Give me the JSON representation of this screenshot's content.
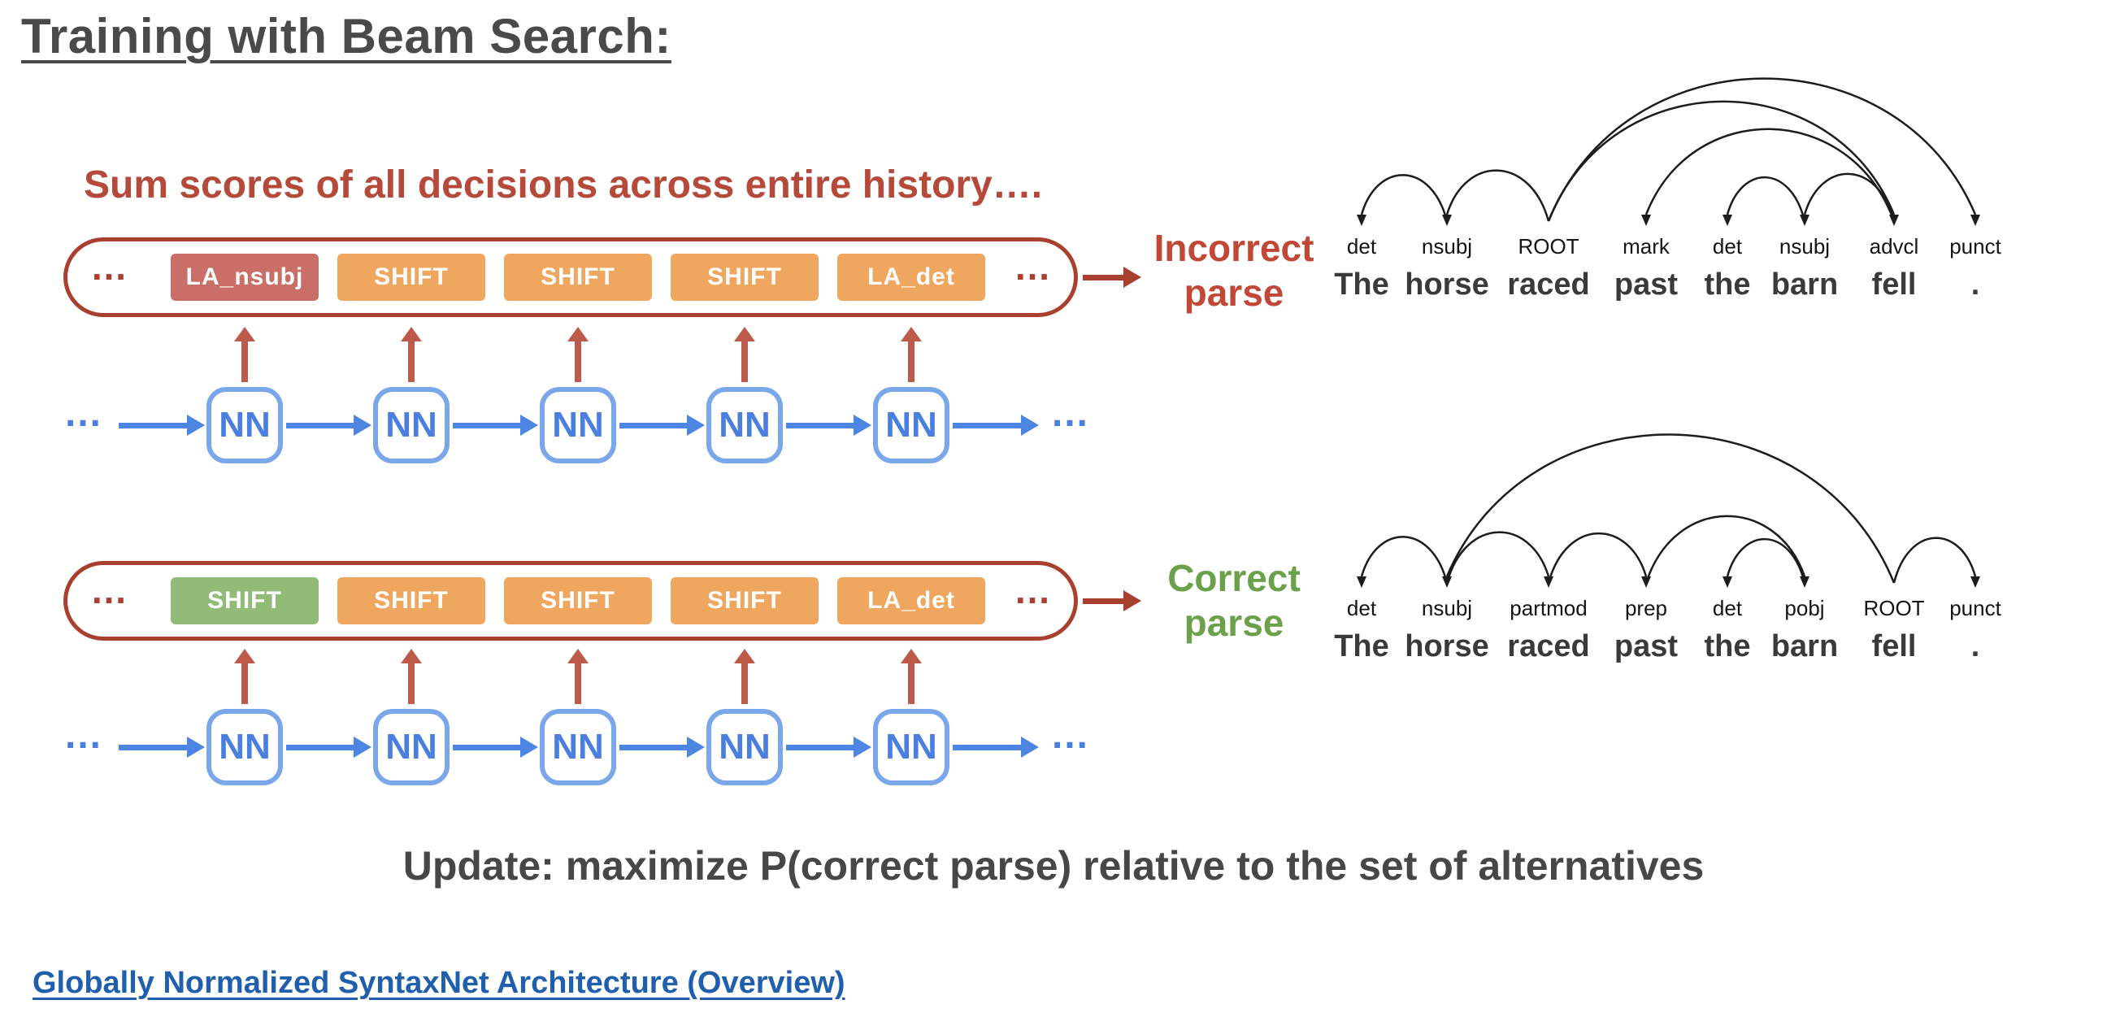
{
  "slide": {
    "title": "Training with Beam Search:",
    "subtitle": "Sum scores of all decisions across entire history….",
    "ellipsis": "…",
    "nn_label": "NN",
    "update_text": "Update: maximize P(correct parse) relative to the set of alternatives",
    "footer_heading": "Globally Normalized SyntaxNet Architecture (Overview)"
  },
  "beam_rows": {
    "incorrect": {
      "decisions": [
        "LA_nsubj",
        "SHIFT",
        "SHIFT",
        "SHIFT",
        "LA_det"
      ],
      "result_line1": "Incorrect",
      "result_line2": "parse"
    },
    "correct": {
      "decisions": [
        "SHIFT",
        "SHIFT",
        "SHIFT",
        "SHIFT",
        "LA_det"
      ],
      "result_line1": "Correct",
      "result_line2": "parse"
    }
  },
  "parses": {
    "incorrect": {
      "words": [
        "The",
        "horse",
        "raced",
        "past",
        "the",
        "barn",
        "fell",
        "."
      ],
      "labels": [
        "det",
        "nsubj",
        "ROOT",
        "mark",
        "det",
        "nsubj",
        "advcl",
        "punct"
      ],
      "arcs": [
        {
          "head": 1,
          "dep": 0
        },
        {
          "head": 2,
          "dep": 1
        },
        {
          "head": 6,
          "dep": 3
        },
        {
          "head": 5,
          "dep": 4
        },
        {
          "head": 6,
          "dep": 5
        },
        {
          "head": 2,
          "dep": 6
        },
        {
          "head": 2,
          "dep": 7
        }
      ]
    },
    "correct": {
      "words": [
        "The",
        "horse",
        "raced",
        "past",
        "the",
        "barn",
        "fell",
        "."
      ],
      "labels": [
        "det",
        "nsubj",
        "partmod",
        "prep",
        "det",
        "pobj",
        "ROOT",
        "punct"
      ],
      "arcs": [
        {
          "head": 1,
          "dep": 0
        },
        {
          "head": 6,
          "dep": 1
        },
        {
          "head": 1,
          "dep": 2
        },
        {
          "head": 2,
          "dep": 3
        },
        {
          "head": 5,
          "dep": 4
        },
        {
          "head": 3,
          "dep": 5
        },
        {
          "head": 6,
          "dep": 7
        }
      ]
    }
  },
  "colors": {
    "title_text": "#4a4a4a",
    "accent_red": "#a93f2f",
    "subtitle_red": "#b5493a",
    "box_wrong": "#ca6f67",
    "box_shift": "#efa760",
    "box_correct": "#92bb77",
    "incorrect_label": "#c14836",
    "correct_label": "#6ba14a",
    "nn_text": "#4a7fdf",
    "nn_border": "#7aa7ea",
    "arrow_blue": "#4d85e3",
    "score_arrow_red": "#bd5a49",
    "footer_blue": "#1f5fad"
  }
}
